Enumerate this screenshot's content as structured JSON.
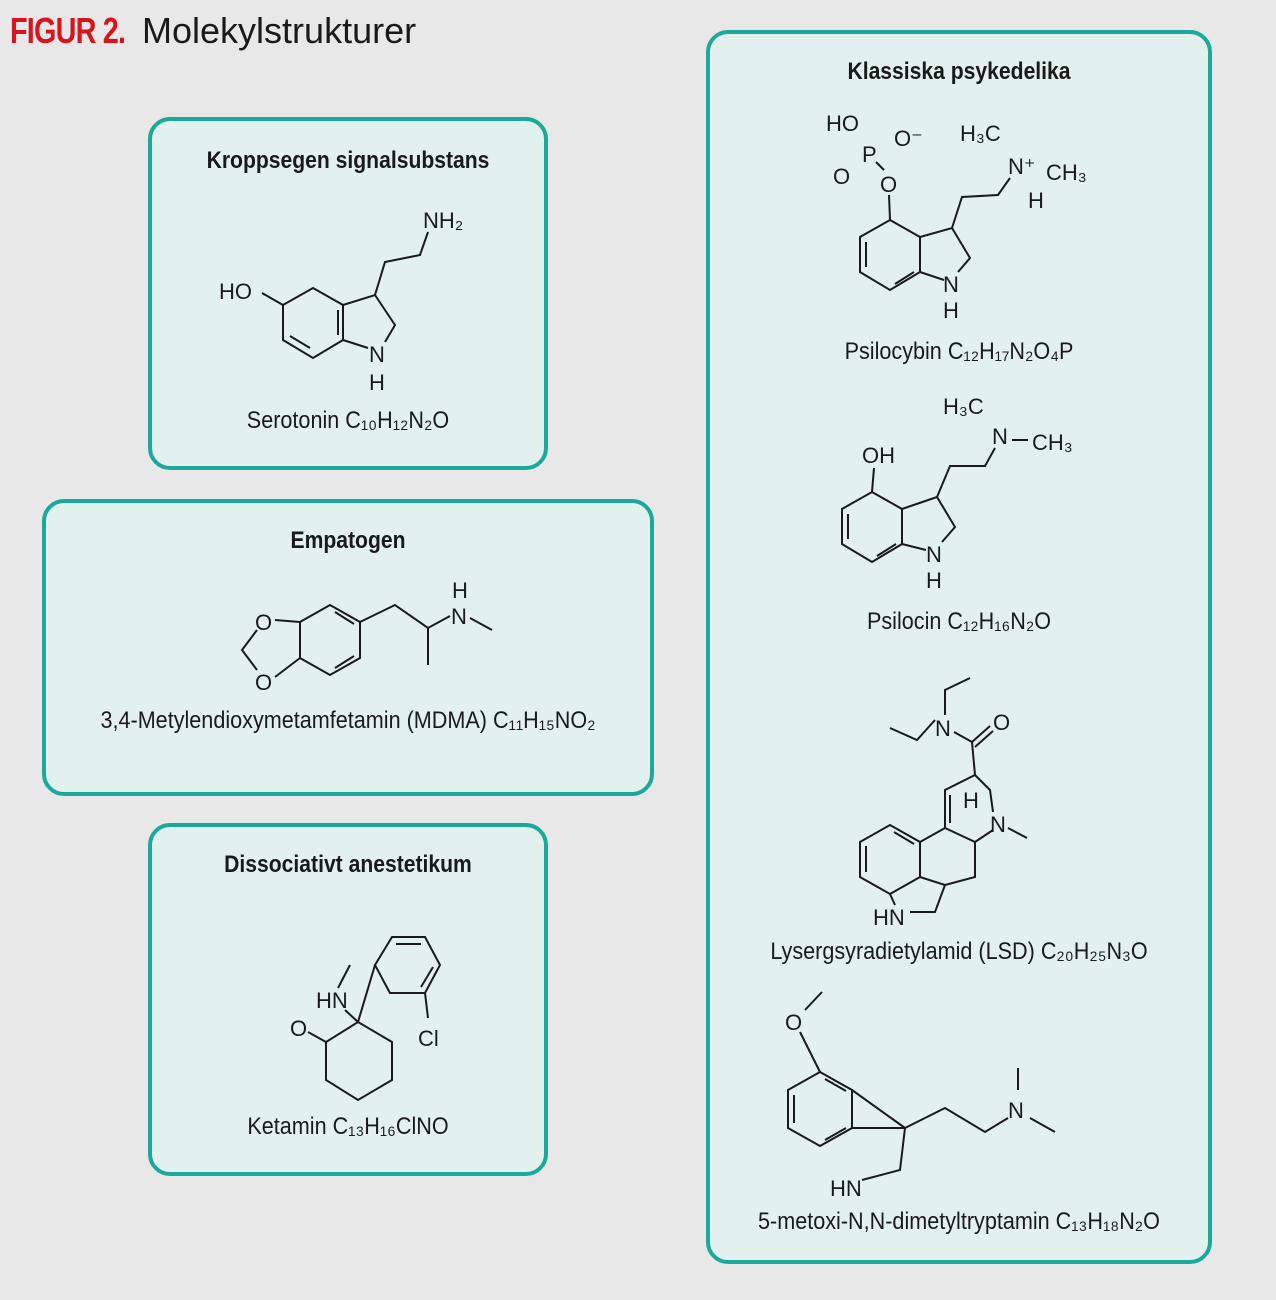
{
  "title": {
    "figure": "FIGUR 2.",
    "text": "Molekylstrukturer"
  },
  "colors": {
    "accent": "#1aa99a",
    "box_fill": "#e2f1ee",
    "title_red": "#d8141c",
    "background": "#e8e8e8"
  },
  "boxes": [
    {
      "title": "Kroppsegen signalsubstans",
      "molecules": [
        {
          "name": "Serotonin C₁₀H₁₂N₂O",
          "atoms": [
            "HO",
            "NH₂",
            "N",
            "H"
          ]
        }
      ]
    },
    {
      "title": "Empatogen",
      "molecules": [
        {
          "name": "3,4-Metylendioxymetamfetamin (MDMA) C₁₁H₁₅NO₂",
          "atoms": [
            "O",
            "O",
            "H",
            "N"
          ]
        }
      ]
    },
    {
      "title": "Dissociativt anestetikum",
      "molecules": [
        {
          "name": "Ketamin C₁₃H₁₆ClNO",
          "atoms": [
            "HN",
            "O",
            "Cl"
          ]
        }
      ]
    },
    {
      "title": "Klassiska psykedelika",
      "molecules": [
        {
          "name": "Psilocybin  C₁₂H₁₇N₂O₄P",
          "atoms": [
            "HO",
            "O⁻",
            "P",
            "O",
            "O",
            "H₃C",
            "N⁺",
            "CH₃",
            "H",
            "N",
            "H"
          ]
        },
        {
          "name": "Psilocin C₁₂H₁₆N₂O",
          "atoms": [
            "OH",
            "H₃C",
            "N",
            "CH₃",
            "N",
            "H"
          ]
        },
        {
          "name": "Lysergsyradietylamid (LSD) C₂₀H₂₅N₃O",
          "atoms": [
            "N",
            "O",
            "H",
            "N",
            "HN"
          ]
        },
        {
          "name": "5-metoxi-N,N-dimetyltryptamin C₁₃H₁₈N₂O",
          "atoms": [
            "O",
            "N",
            "HN"
          ]
        }
      ]
    }
  ]
}
